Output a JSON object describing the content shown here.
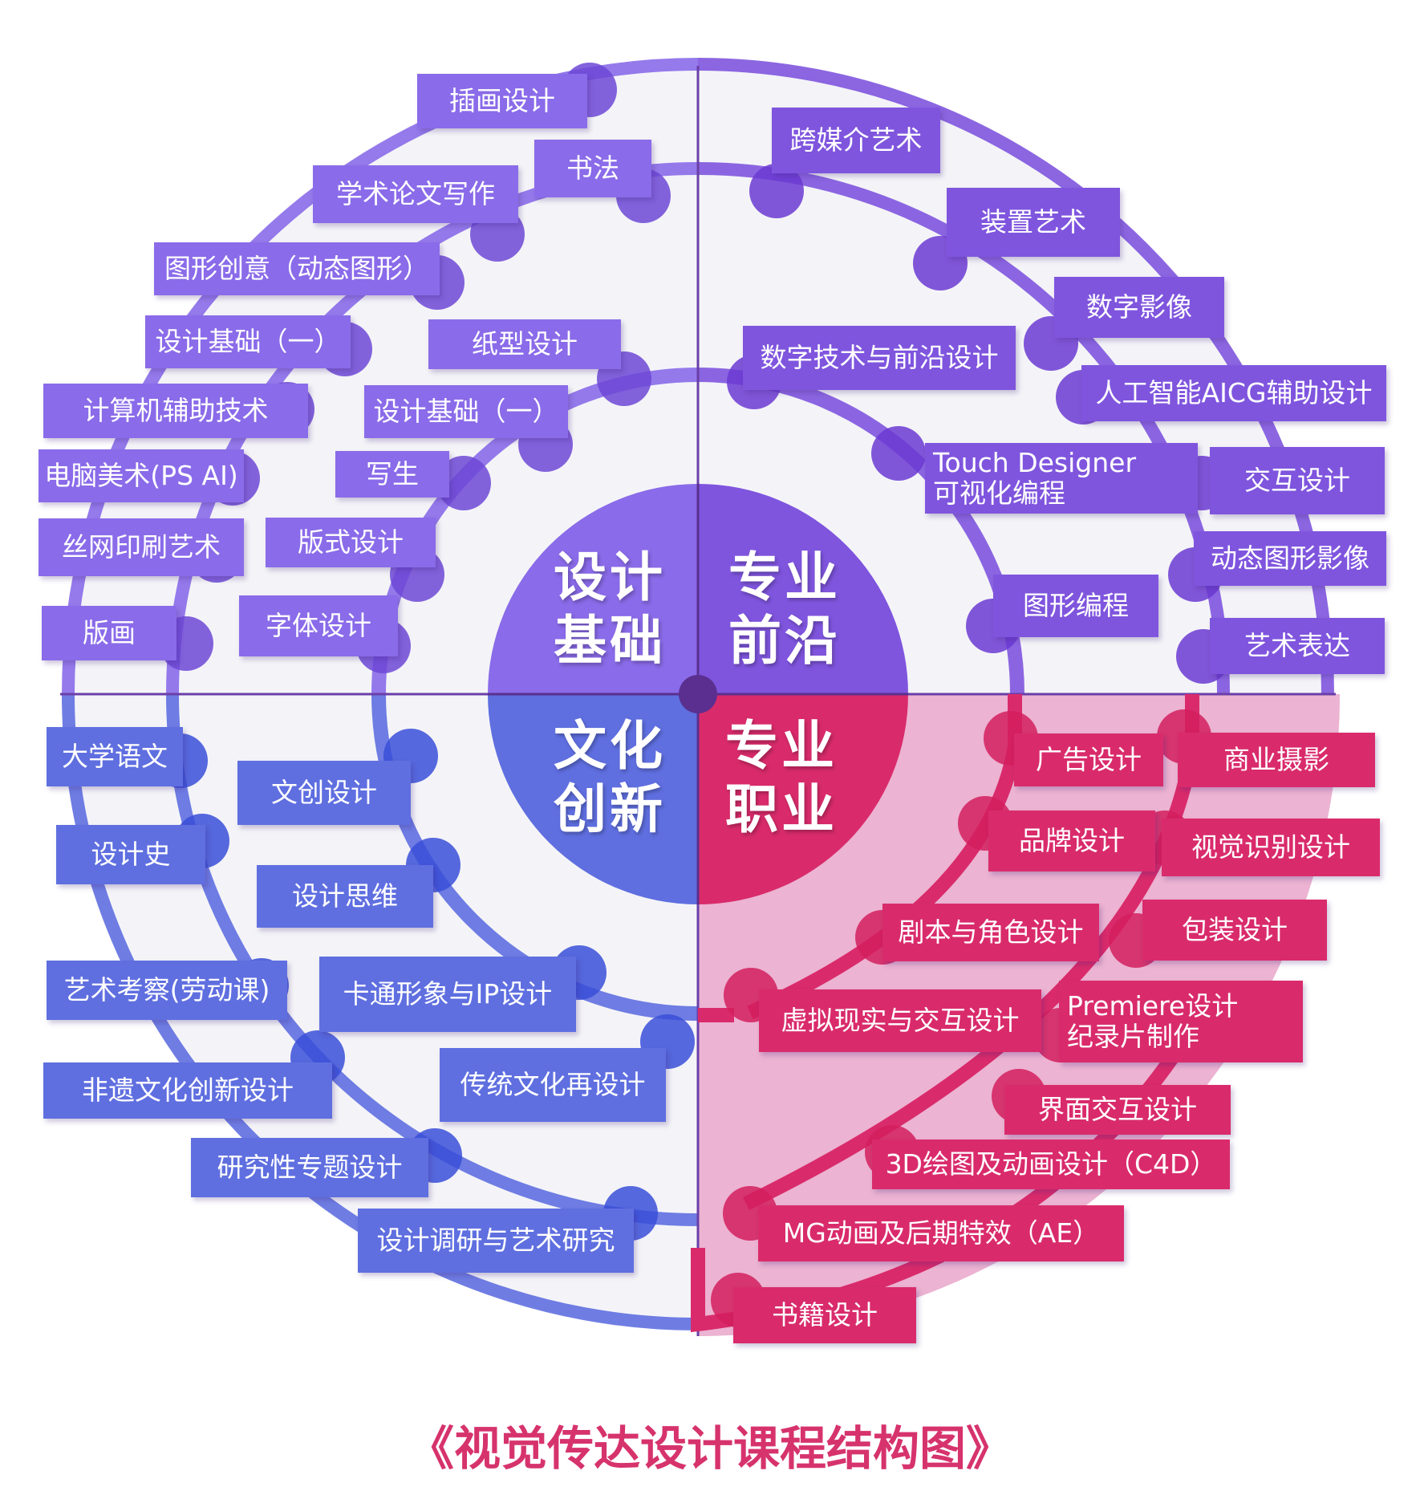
{
  "title": "《视觉传达设计课程结构图》",
  "colors": {
    "design": "#8a6be9",
    "frontier": "#7f55de",
    "culture": "#5f6fe0",
    "career": "#d92b6b",
    "career_bg": "#ecb3d2",
    "panel_bg": "#f4f4f8"
  },
  "core": {
    "design": [
      "设计",
      "基础"
    ],
    "frontier": [
      "专业",
      "前沿"
    ],
    "culture": [
      "文化",
      "创新"
    ],
    "career": [
      "专业",
      "职业"
    ]
  },
  "quadrants": {
    "design": [
      "插画设计",
      "书法",
      "学术论文写作",
      "图形创意（动态图形）",
      "设计基础（一）",
      "纸型设计",
      "计算机辅助技术",
      "设计基础（一）",
      "电脑美术(PS AI)",
      "写生",
      "丝网印刷艺术",
      "版式设计",
      "版画",
      "字体设计"
    ],
    "frontier": [
      "跨媒介艺术",
      "装置艺术",
      "数字影像",
      "数字技术与前沿设计",
      "人工智能AICG辅助设计",
      [
        "Touch Designer",
        "可视化编程"
      ],
      "交互设计",
      "动态图形影像",
      "图形编程",
      "艺术表达"
    ],
    "culture": [
      "大学语文",
      "文创设计",
      "设计史",
      "设计思维",
      "艺术考察(劳动课)",
      "卡通形象与IP设计",
      "非遗文化创新设计",
      "传统文化再设计",
      "研究性专题设计",
      "设计调研与艺术研究"
    ],
    "career": [
      "广告设计",
      "商业摄影",
      "品牌设计",
      "视觉识别设计",
      "剧本与角色设计",
      "包装设计",
      "虚拟现实与交互设计",
      [
        "Premiere设计",
        "纪录片制作"
      ],
      "界面交互设计",
      "3D绘图及动画设计（C4D）",
      "MG动画及后期特效（AE）",
      "书籍设计"
    ]
  }
}
